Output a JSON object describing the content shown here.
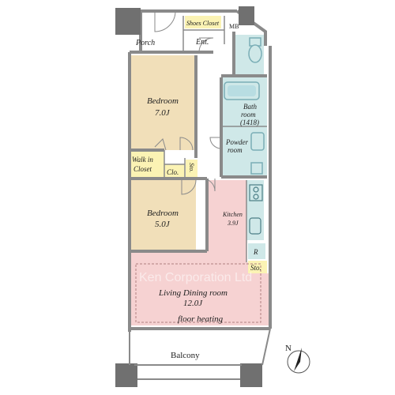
{
  "plan": {
    "watermark": "Ken Corporation Ltd",
    "north_label": "N",
    "colors": {
      "bedroom": "#f1dfb9",
      "living": "#f6d2d2",
      "wet": "#cfe8e8",
      "closet": "#fbf3b4",
      "wall": "#8a8a8a",
      "pillar": "#707070",
      "fixture": "#9fcfd6"
    },
    "rooms": {
      "porch": "Porch",
      "shoes_closet": "Shoes Closet",
      "mb": "MB",
      "entrance": "Ent.",
      "bedroom1_name": "Bedroom",
      "bedroom1_size": "7.0J",
      "bath_line1": "Bath",
      "bath_line2": "room",
      "bath_line3": "(1418)",
      "powder_line1": "Powder",
      "powder_line2": "room",
      "walkin_line1": "Walk in",
      "walkin_line2": "Closet",
      "clo": "Clo.",
      "sto_vertical": "Sto.",
      "bedroom2_name": "Bedroom",
      "bedroom2_size": "5.0J",
      "kitchen_name": "Kitchen",
      "kitchen_size": "3.9J",
      "refrigerator": "R",
      "sto_kitchen": "Sto.",
      "living_name": "Living Dining room",
      "living_size": "12.0J",
      "floor_heating": "floor heating",
      "balcony": "Balcony"
    }
  }
}
